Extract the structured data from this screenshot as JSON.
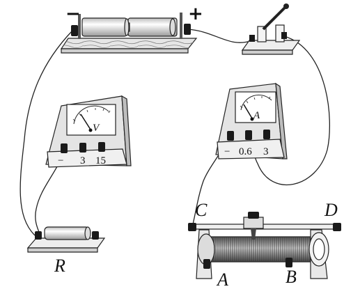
{
  "battery": {
    "neg_sign": "−",
    "pos_sign": "+"
  },
  "voltmeter": {
    "symbol": "V",
    "terminals": [
      "−",
      "3",
      "15"
    ]
  },
  "ammeter": {
    "symbol": "A",
    "terminals": [
      "−",
      "0.6",
      "3"
    ]
  },
  "rheostat": {
    "terminal_labels": {
      "C": "C",
      "D": "D",
      "A": "A",
      "B": "B"
    }
  },
  "resistor": {
    "label": "R"
  },
  "colors": {
    "ink": "#222222",
    "wood": "#d8d8d8",
    "metal": "#eaeaea",
    "terminal": "#1a1a1a"
  }
}
